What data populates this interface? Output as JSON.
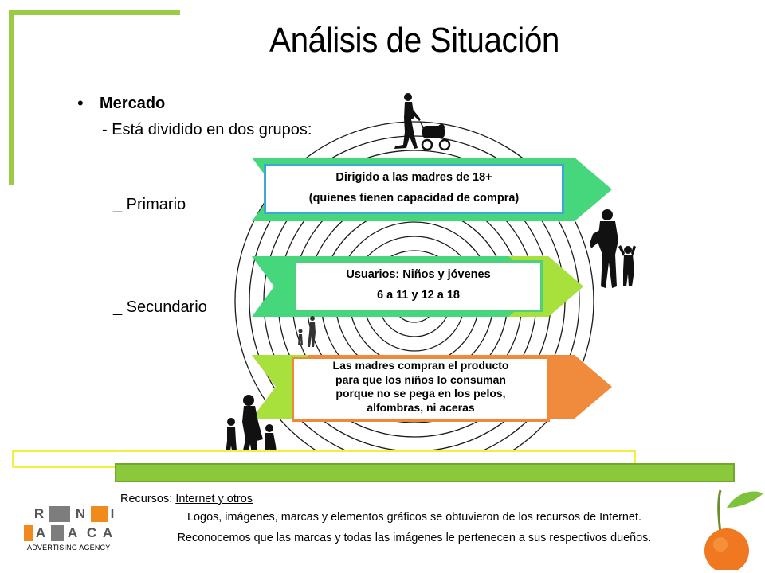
{
  "slide": {
    "title": "Análisis de Situación",
    "bullet": "•",
    "market_label": "Mercado",
    "market_desc": "-  Está dividido en dos grupos:",
    "primary_label": "_  Primario",
    "secondary_label": "_  Secundario"
  },
  "boxes": [
    {
      "line1": "Dirigido a las madres de 18+",
      "line2": "(quienes tienen capacidad de compra)"
    },
    {
      "line1": "Usuarios: Niños y jóvenes",
      "line2": "6 a 11 y 12 a 18"
    },
    {
      "line1": "Las madres compran el producto",
      "line2": "para que los niños lo consuman",
      "line3": "porque no se pega en los pelos,",
      "line4": "alfombras, ni aceras"
    }
  ],
  "footer": {
    "resources_prefix": "Recursos: ",
    "resources_link": "Internet y otros",
    "credits_line1": "Logos, imágenes, marcas y elementos gráficos se obtuvieron de los recursos de Internet.",
    "credits_line2": "Reconocemos que las marcas y todas las imágenes le pertenecen a sus respectivos dueños."
  },
  "logo": {
    "row1": [
      "R",
      "N",
      "I"
    ],
    "row2": [
      "A",
      "A",
      "C",
      "A"
    ],
    "caption": "ADVERTISING AGENCY",
    "colors": {
      "orange": "#f08a1c",
      "gray": "#7d7d7d"
    }
  },
  "colors": {
    "frame_green": "#9ccc45",
    "blue_box": "#3aa8d8",
    "green_arrow": "#46d67c",
    "lime_arrow": "#a8e03c",
    "orange_arrow": "#f08a3c",
    "bar_yellow": "#f2f03c",
    "bar_green": "#8cc83c"
  },
  "icons": [
    "mother-stroller-icon",
    "mother-child-icon",
    "family-walking-icon",
    "mother-kids-running-icon",
    "orange-fruit-icon"
  ]
}
